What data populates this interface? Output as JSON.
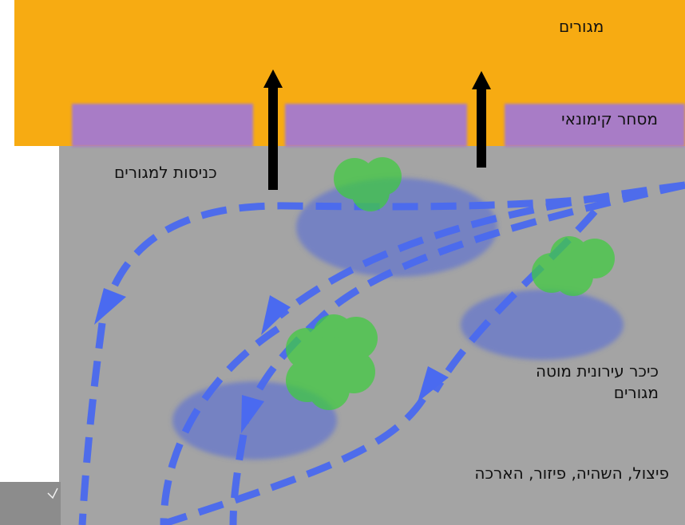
{
  "labels": {
    "residential": "מגורים",
    "commercial_strip": "מסחר קימונאי",
    "entry_to_residential": "כניסות למגורים",
    "square_line1": "כיכר עירונית מוטה",
    "square_line2": "מגורים",
    "processes": "פיצול, השהיה, פיזור, הארכה"
  },
  "colors": {
    "residential_band": "#f7ab12",
    "commercial_strip": "#a87cc6",
    "urban_area": "#a4a4a4",
    "flow_arrows": "#4a6af0",
    "activity_clusters": "#3ecc3e",
    "entry_arrows": "#000000",
    "gathering_zones": "#6677cc"
  }
}
